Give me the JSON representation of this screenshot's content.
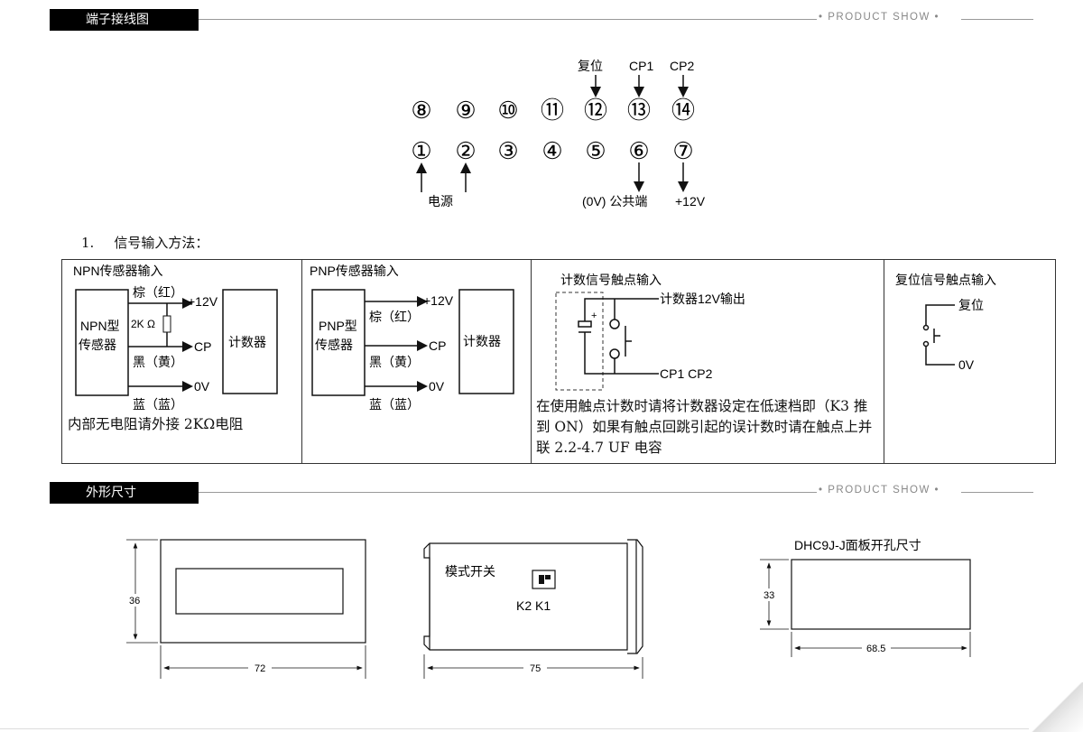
{
  "section1": {
    "title": "端子接线图",
    "tag": "• PRODUCT SHOW •"
  },
  "terminals": {
    "top": [
      "⑧",
      "⑨",
      "⑩",
      "⑪",
      "⑫",
      "⑬",
      "⑭"
    ],
    "bottom": [
      "①",
      "②",
      "③",
      "④",
      "⑤",
      "⑥",
      "⑦"
    ],
    "reset_label": "复位",
    "cp1_label": "CP1",
    "cp2_label": "CP2",
    "power_label": "电源",
    "common_label": "(0V) 公共端",
    "v12_label": "+12V"
  },
  "method": {
    "number": "1.",
    "title": "信号输入方法："
  },
  "npn": {
    "title": "NPN传感器输入",
    "sensor_line1": "NPN型",
    "sensor_line2": "传感器",
    "counter": "计数器",
    "brown": "棕（红）",
    "black": "黑（黄）",
    "blue": "蓝（蓝）",
    "v12": "+12V",
    "cp": "CP",
    "ov": "0V",
    "resistor": "2K Ω",
    "note": "内部无电阻请外接 2KΩ电阻"
  },
  "pnp": {
    "title": "PNP传感器输入",
    "sensor_line1": "PNP型",
    "sensor_line2": "传感器",
    "counter": "计数器",
    "brown": "棕（红）",
    "black": "黑（黄）",
    "blue": "蓝（蓝）",
    "v12": "+12V",
    "cp": "CP",
    "ov": "0V"
  },
  "contact": {
    "title": "计数信号触点输入",
    "out": "计数器12V输出",
    "cp": "CP1  CP2",
    "plus": "+",
    "note": "在使用触点计数时请将计数器设定在低速档即（K3 推到 ON）如果有触点回跳引起的误计数时请在触点上并联 2.2-4.7 UF 电容"
  },
  "reset": {
    "title": "复位信号触点输入",
    "reset": "复位",
    "ov": "0V"
  },
  "section2": {
    "title": "外形尺寸",
    "tag": "• PRODUCT SHOW •"
  },
  "dims": {
    "front_h": "36",
    "front_w": "72",
    "side_label": "模式开关",
    "switch_labels": "K2  K1",
    "side_w": "75",
    "cutout_title": "DHC9J-J面板开孔尺寸",
    "cut_h": "33",
    "cut_w": "68.5"
  }
}
